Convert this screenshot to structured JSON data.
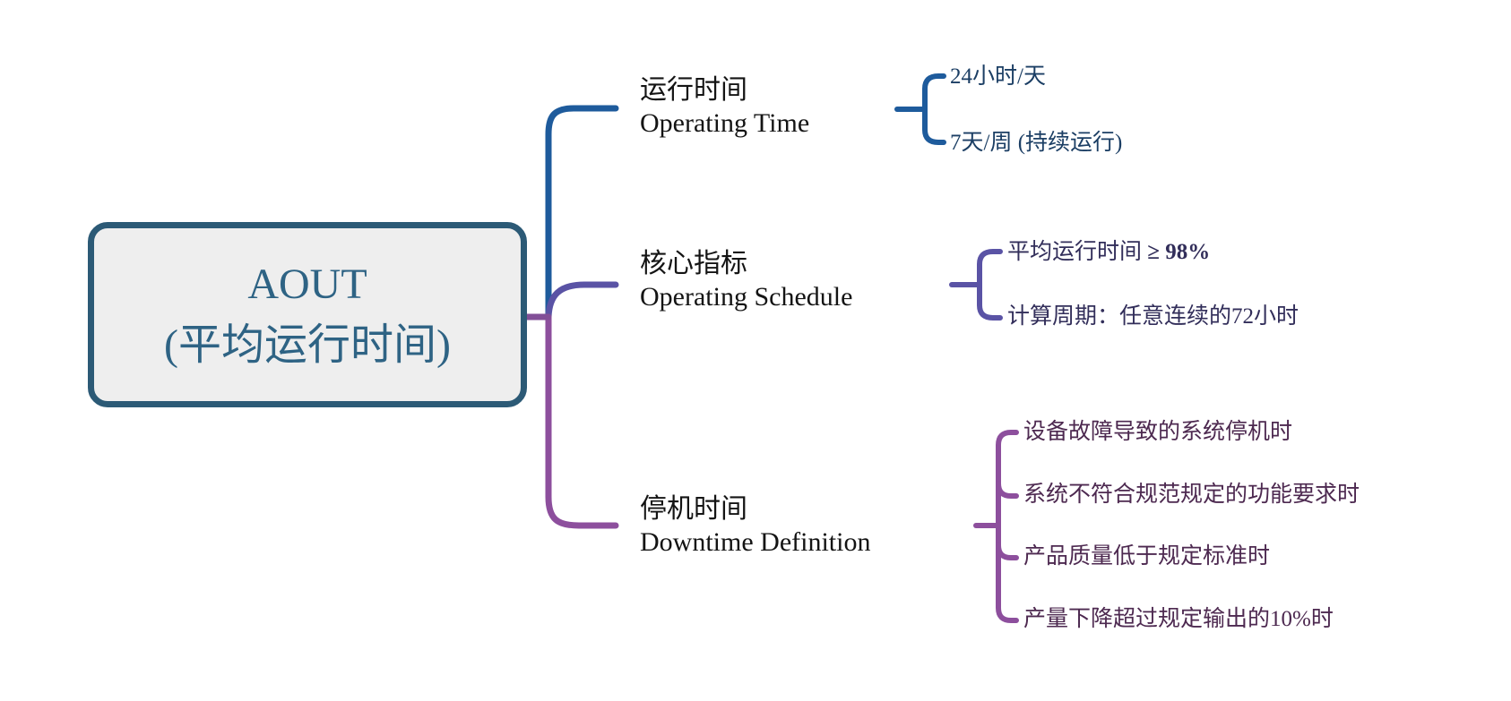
{
  "colors": {
    "background": "#ffffff",
    "root_border": "#2c5a76",
    "root_fill": "#eeeeee",
    "root_text": "#2e6384",
    "label_text": "#141414",
    "trunk_stub": "#824f97",
    "branch1": "#1e5b9c",
    "branch1_text": "#1b3e64",
    "branch2": "#5a53a5",
    "branch2_text": "#322e5a",
    "branch3": "#8d4f9d",
    "bran3_note": "",
    "branch3_text": "#4d2950"
  },
  "root": {
    "title": "AOUT",
    "subtitle": "(平均运行时间)"
  },
  "branches": [
    {
      "label_zh": "运行时间",
      "label_en": "Operating Time",
      "children": [
        {
          "text": "24小时/天"
        },
        {
          "text": "7天/周 (持续运行)"
        }
      ]
    },
    {
      "label_zh": "核心指标",
      "label_en": "Operating Schedule",
      "children": [
        {
          "text": "平均运行时间 ",
          "bold": "≥ 98%"
        },
        {
          "text": "计算周期：任意连续的72小时"
        }
      ]
    },
    {
      "label_zh": "停机时间",
      "label_en": "Downtime Definition",
      "children": [
        {
          "text": "设备故障导致的系统停机时"
        },
        {
          "text": "系统不符合规范规定的功能要求时"
        },
        {
          "text": "产品质量低于规定标准时"
        },
        {
          "text": "产量下降超过规定输出的10%时"
        }
      ]
    }
  ]
}
